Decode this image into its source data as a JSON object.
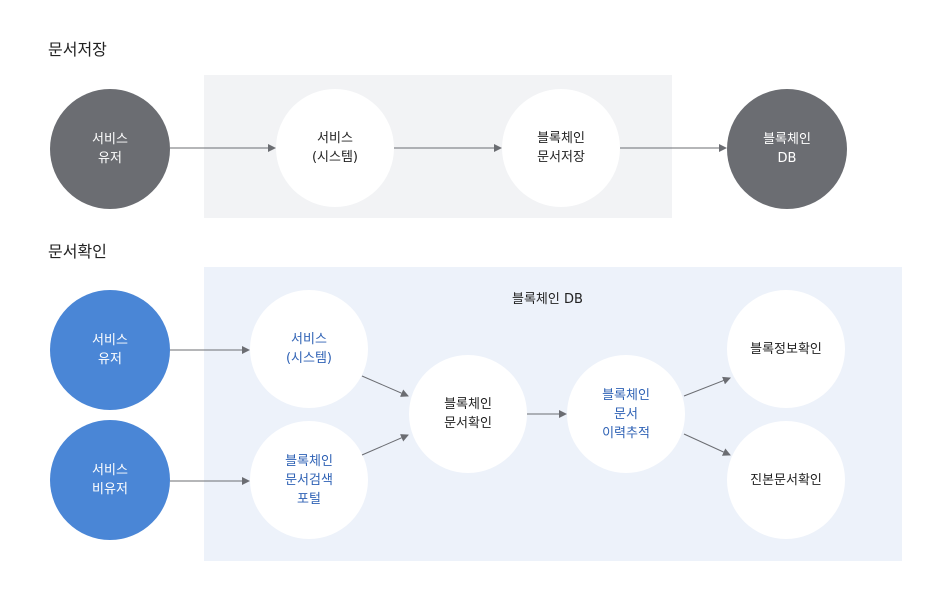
{
  "colors": {
    "dark_node": "#6b6d72",
    "user_node": "#4a86d6",
    "accent_text": "#2f62b5",
    "store_panel": "#f2f3f5",
    "verify_panel": "#edf2fa",
    "arrow": "#6b6d72"
  },
  "store": {
    "title": "문서저장",
    "nodes": {
      "user": [
        "서비스",
        "유저"
      ],
      "system": [
        "서비스",
        "(시스템)"
      ],
      "save": [
        "블록체인",
        "문서저장"
      ],
      "db": [
        "블록체인",
        "DB"
      ]
    }
  },
  "verify": {
    "title": "문서확인",
    "panel_label": "블록체인 DB",
    "nodes": {
      "user": [
        "서비스",
        "유저"
      ],
      "nonuser": [
        "서비스",
        "비유저"
      ],
      "system": [
        "서비스",
        "(시스템)"
      ],
      "portal": [
        "블록체인",
        "문서검색",
        "포털"
      ],
      "check": [
        "블록체인",
        "문서확인"
      ],
      "history": [
        "블록체인",
        "문서",
        "이력추적"
      ],
      "info": [
        "블록정보확인"
      ],
      "original": [
        "진본문서확인"
      ]
    }
  }
}
